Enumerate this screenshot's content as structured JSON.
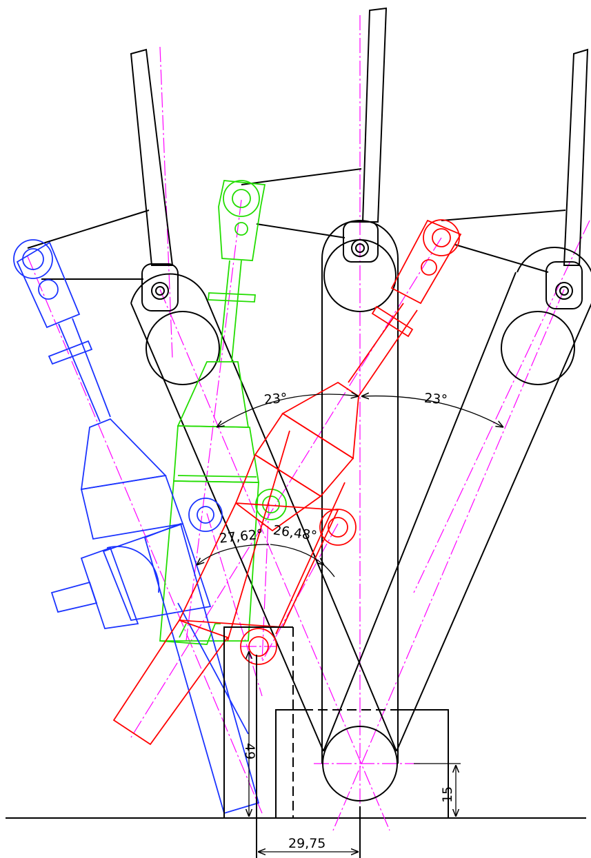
{
  "dimensions": {
    "angle_right_upper": "23°",
    "angle_left_upper": "23°",
    "angle_left_lower": "27,62°",
    "angle_right_lower": "26,48°",
    "height_pin": "49",
    "height_base": "15",
    "width_offset": "29,75"
  },
  "colors": {
    "outline": "#000000",
    "centerline": "#ff00ff",
    "cylinder_center": "#22dd00",
    "cylinder_right": "#ff0000",
    "cylinder_left": "#1a33ff"
  }
}
